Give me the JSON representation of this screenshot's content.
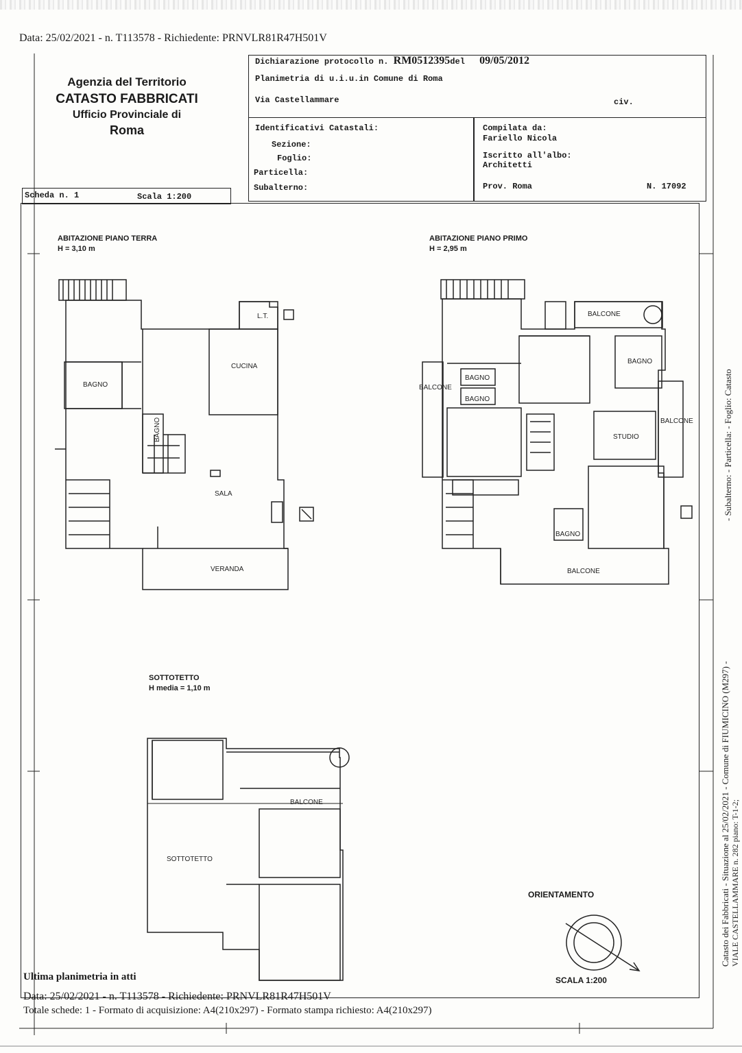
{
  "top_line": "Data: 25/02/2021 - n. T113578 - Richiedente: PRNVLR81R47H501V",
  "agency": {
    "line1": "Agenzia del Territorio",
    "line2": "CATASTO FABBRICATI",
    "line3": "Ufficio Provinciale di",
    "line4": "Roma"
  },
  "header": {
    "dichiarazione_label": "Dichiarazione protocollo n.",
    "protocol_number": "RM0512395",
    "del_label": "del",
    "date": "09/05/2012",
    "planimetria": "Planimetria di u.i.u.in Comune di Roma",
    "address": "Via Castellammare",
    "civ_label": "civ."
  },
  "identificativi": {
    "title": "Identificativi Catastali:",
    "sezione_label": "Sezione:",
    "foglio_label": "Foglio:",
    "particella_label": "Particella:",
    "subalterno_label": "Subalterno:"
  },
  "compilata": {
    "label": "Compilata da:",
    "name": "Fariello Nicola",
    "iscritto_label": "Iscritto all'albo:",
    "albo": "Architetti",
    "prov": "Prov. Roma",
    "numero": "N. 17092"
  },
  "scheda": {
    "label": "Scheda n. 1",
    "scala": "Scala 1:200"
  },
  "plans": {
    "ground": {
      "title": "ABITAZIONE PIANO TERRA",
      "height": "H = 3,10 m"
    },
    "first": {
      "title": "ABITAZIONE PIANO PRIMO",
      "height": "H = 2,95 m"
    },
    "attic": {
      "title": "SOTTOTETTO",
      "height": "H media = 1,10 m"
    }
  },
  "rooms": {
    "lt": "L.T.",
    "cucina": "CUCINA",
    "bagno": "BAGNO",
    "sala": "SALA",
    "veranda": "VERANDA",
    "balcone": "BALCONE",
    "studio": "STUDIO",
    "sottotetto": "SOTTOTETTO"
  },
  "orientamento": {
    "title": "ORIENTAMENTO",
    "scale": "SCALA 1:200"
  },
  "side_text": {
    "upper": "- Subalterno:    - Particella:    - Foglio:    Catasto",
    "lower": "Catasto dei Fabbricati - Situazione al 25/02/2021 - Comune di FIUMICINO (M297) -",
    "lower2": "VIALE CASTELLAMMARE n. 282 piano: T-1-2;"
  },
  "footer": {
    "ultima": "Ultima planimetria in atti",
    "data": "Data: 25/02/2021 - n. T113578 - Richiedente: PRNVLR81R47H501V",
    "totale": "Totale schede: 1 - Formato di acquisizione: A4(210x297)  - Formato stampa richiesto: A4(210x297)"
  }
}
